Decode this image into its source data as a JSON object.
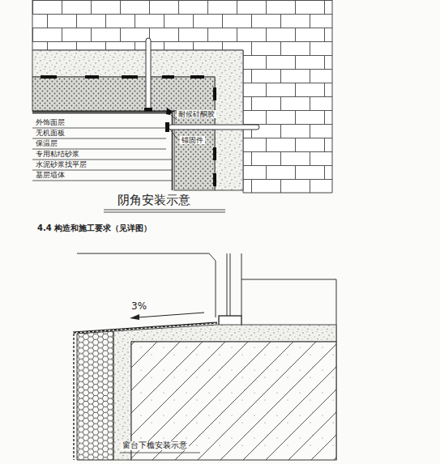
{
  "diagram": {
    "labels": [
      "耐候硅酮胶",
      "锚固件",
      "外饰面层",
      "无机面板",
      "保温层",
      "专用粘结砂浆",
      "水泥砂浆找平层",
      "基层墙体",
      "阴角安装示意",
      "4.4 构造和施工要求（见详图）",
      "3%",
      "窗台下檐安装示意"
    ]
  }
}
